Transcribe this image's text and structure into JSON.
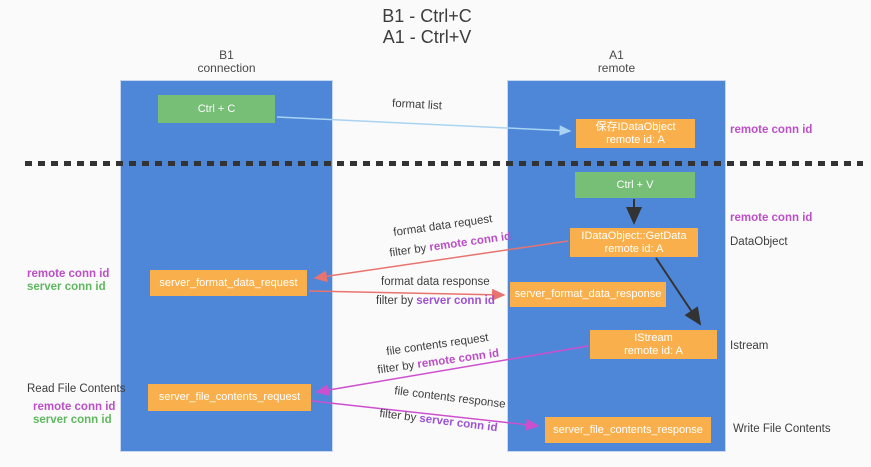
{
  "title": {
    "line1": "B1 - Ctrl+C",
    "line2": "A1 - Ctrl+V"
  },
  "lanes": {
    "b1": {
      "name": "B1",
      "role": "connection"
    },
    "a1": {
      "name": "A1",
      "role": "remote"
    }
  },
  "boxes": {
    "ctrl_c": {
      "label": "Ctrl + C"
    },
    "save_idataobject": {
      "line1": "保存IDataObject",
      "line2": "remote id: A"
    },
    "ctrl_v": {
      "label": "Ctrl + V"
    },
    "idataobject_getdata": {
      "line1": "IDataObject::GetData",
      "line2": "remote id: A"
    },
    "server_format_data_request": {
      "label": "server_format_data_request"
    },
    "server_format_data_response": {
      "label": "server_format_data_response"
    },
    "istream": {
      "line1": "IStream",
      "line2": "remote id: A"
    },
    "server_file_contents_request": {
      "label": "server_file_contents_request"
    },
    "server_file_contents_response": {
      "label": "server_file_contents_response"
    }
  },
  "arrow_labels": {
    "format_list": "format list",
    "format_data_request": "format data request",
    "format_data_response": "format data response",
    "file_contents_request": "file contents request",
    "file_contents_response": "file contents response",
    "filter_prefix": "filter by ",
    "remote_conn_id": "remote conn id",
    "server_conn_id": "server conn id"
  },
  "side_labels": {
    "left_format": {
      "remote": "remote conn id",
      "server": "server conn id"
    },
    "left_file": {
      "title": "Read File Contents",
      "remote": "remote conn id",
      "server": "server conn id"
    },
    "right_top_remote": "remote conn id",
    "right_mid_remote": "remote conn id",
    "right_dataobject": "DataObject",
    "right_istream": "Istream",
    "right_write": "Write File Contents"
  },
  "colors": {
    "lane_blue": "#4e86d8",
    "box_green": "#77be77",
    "box_orange": "#f9b04c",
    "label_magenta": "#bb4fc6",
    "label_violet": "#9d53d4",
    "label_green": "#5fb85f",
    "arrow_lightblue": "#a9d3f2",
    "arrow_salmon": "#e8736f",
    "arrow_magenta": "#ce4fce",
    "arrow_black": "#333333"
  }
}
